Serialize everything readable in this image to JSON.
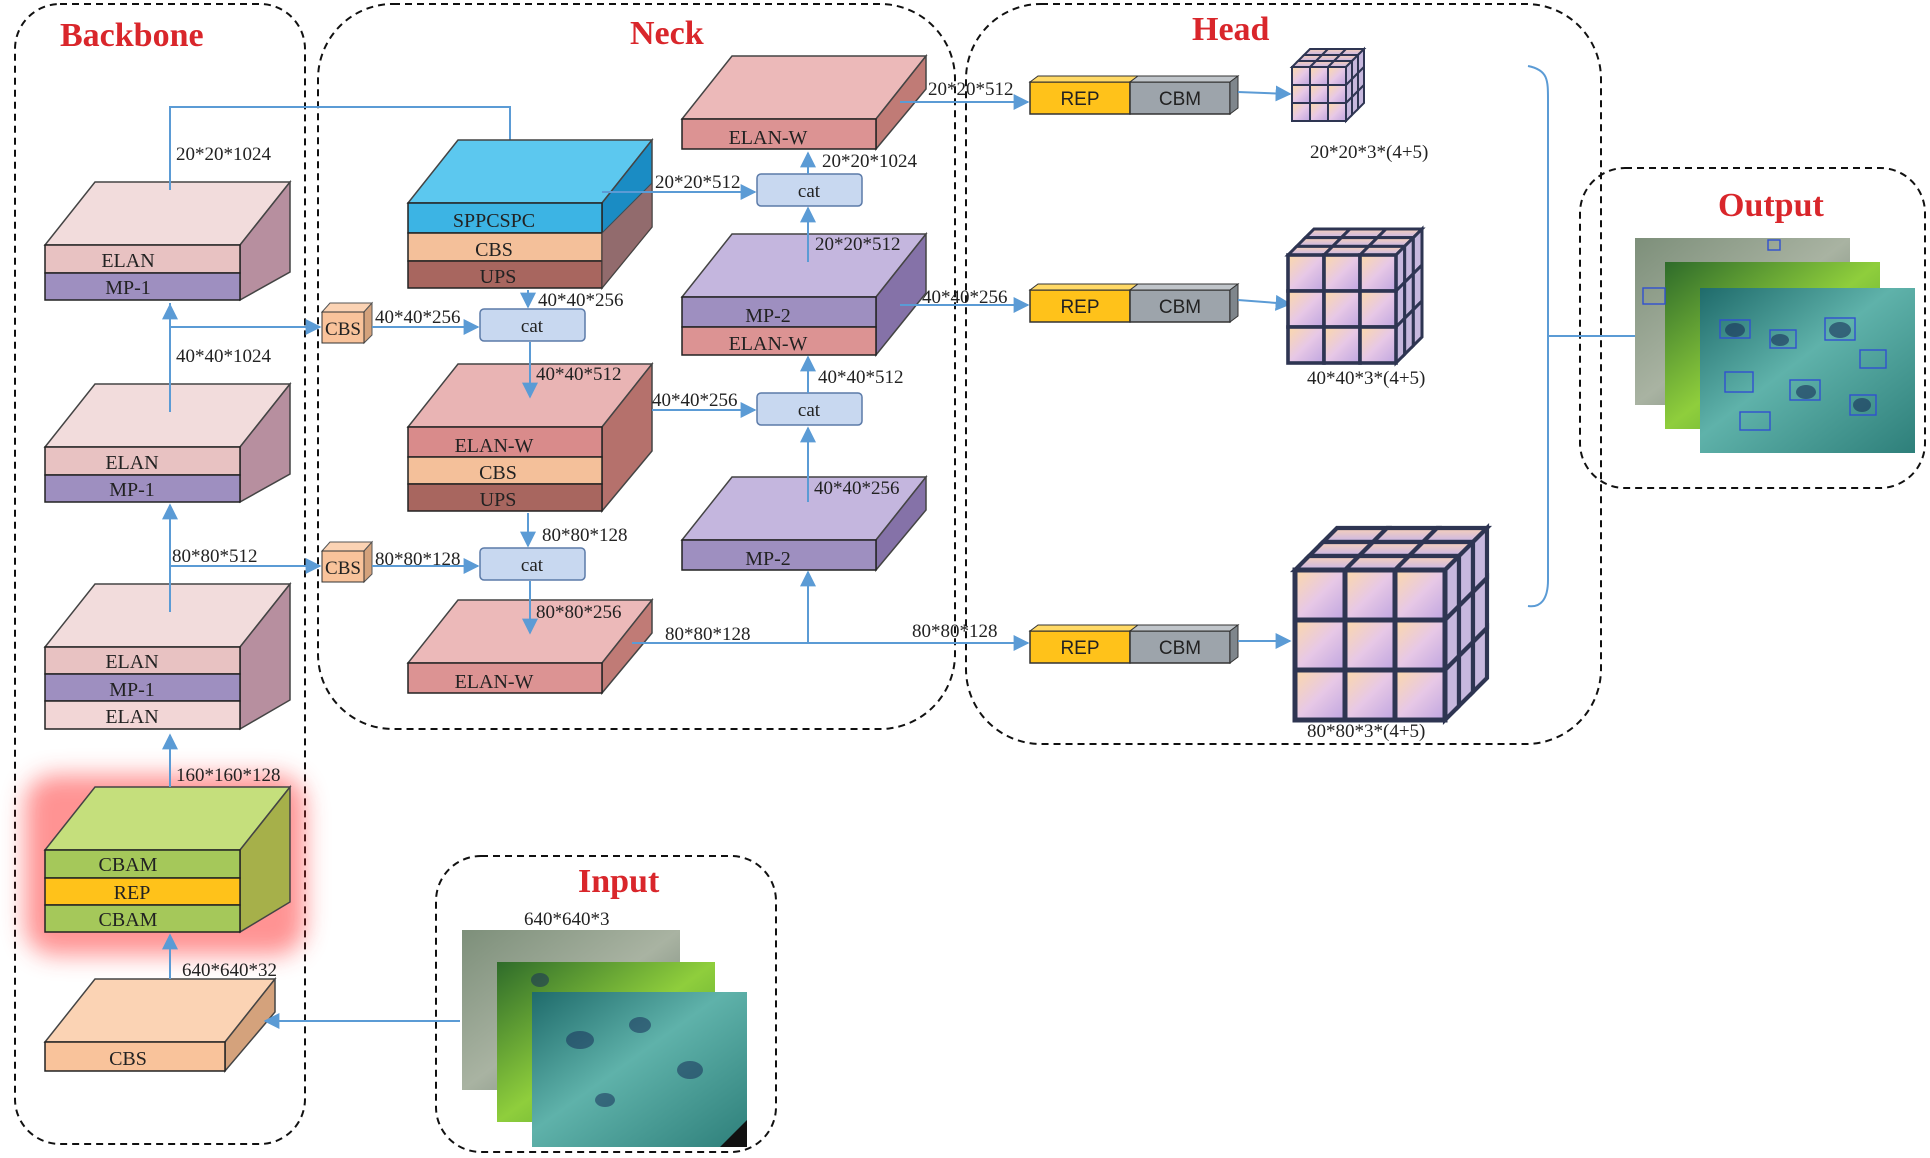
{
  "sections": {
    "backbone": "Backbone",
    "neck": "Neck",
    "head": "Head",
    "input": "Input",
    "output": "Output"
  },
  "backbone": {
    "block1": [
      "ELAN",
      "MP-1"
    ],
    "block2": [
      "ELAN",
      "MP-1"
    ],
    "block3": [
      "ELAN",
      "MP-1",
      "ELAN"
    ],
    "block4": [
      "CBAM",
      "REP",
      "CBAM"
    ],
    "block5": [
      "CBS"
    ],
    "dims": {
      "d1": "20*20*1024",
      "d2": "40*40*1024",
      "d3": "80*80*512",
      "d4": "160*160*128",
      "d5": "640*640*32"
    }
  },
  "neck": {
    "sppcspc": [
      "SPPCSPC",
      "CBS",
      "UPS"
    ],
    "elanw_cbs_ups": [
      "ELAN-W",
      "CBS",
      "UPS"
    ],
    "elanw_bottom": "ELAN-W",
    "elanw_top": "ELAN-W",
    "mp2_elanw": [
      "MP-2",
      "ELAN-W"
    ],
    "mp2_bottom": "MP-2",
    "cat": "cat",
    "cbs": "CBS",
    "dims": {
      "a": "40*40*256",
      "b": "40*40*256",
      "c": "40*40*512",
      "d": "80*80*128",
      "e": "80*80*128",
      "f": "80*80*256",
      "g": "80*80*128",
      "h": "20*20*512",
      "i": "20*20*1024",
      "j": "20*20*512",
      "k": "40*40*512",
      "l": "40*40*256",
      "m": "40*40*256"
    }
  },
  "head": {
    "rep": "REP",
    "cbm": "CBM",
    "dims": {
      "top_in": "20*20*512",
      "mid_in": "40*40*256",
      "bot_in": "80*80*128"
    },
    "outputs": [
      "20*20*3*(4+5)",
      "40*40*3*(4+5)",
      "80*80*3*(4+5)"
    ]
  },
  "input": {
    "size": "640*640*3"
  },
  "colors": {
    "title_red": "#d9262b",
    "arrow_blue": "#5b9bd5",
    "pink": "#e3b2b2",
    "purple": "#9e8fc0",
    "peach": "#f4c09a",
    "brown": "#a8665f",
    "green": "#a5c85a",
    "yellow": "#ffc21a",
    "grey": "#9da4ab",
    "cyan": "#3cb4e4",
    "light_blue": "#c8d8f0"
  }
}
